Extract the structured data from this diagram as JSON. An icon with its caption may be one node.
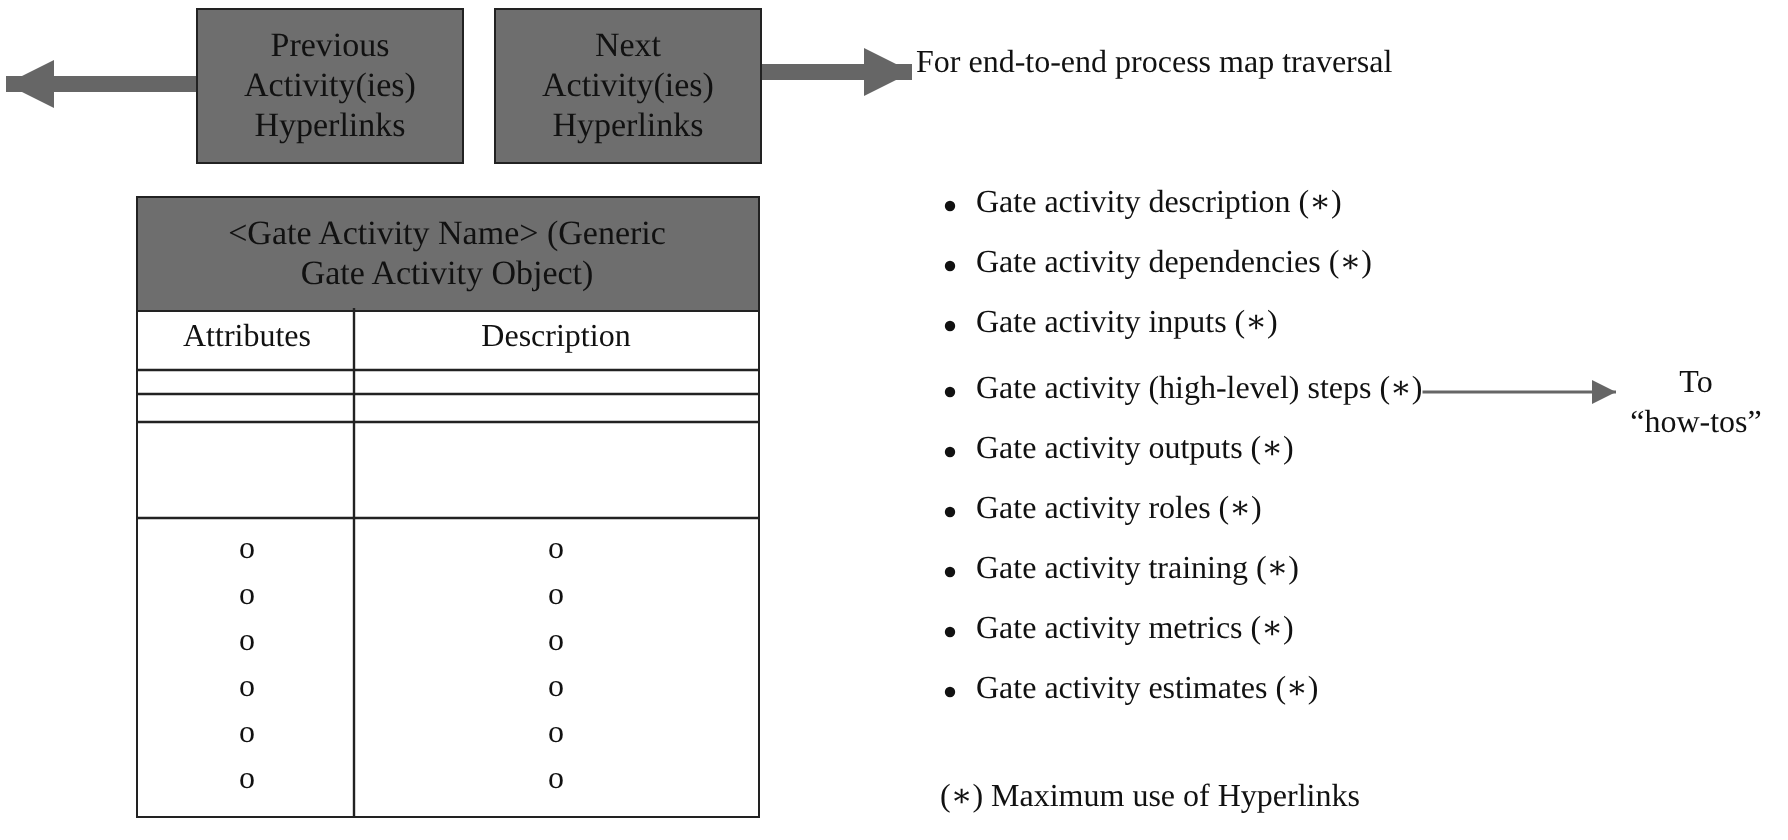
{
  "diagram": {
    "nodes": [
      {
        "text": [
          "Previous Activity(ies) Hyperlinks"
        ]
      },
      {
        "text": [
          "Next Activity(ies) Hyperlinks"
        ]
      },
      {
        "text": [
          "For end-to-end process map traversal"
        ]
      },
      {
        "text": [
          "<Gate Activity Name> (Generic Gate Activity Object)"
        ]
      },
      {
        "text": [
          "Gate activity (high-level) steps (∗)"
        ]
      },
      {
        "text": [
          "To “how-tos”"
        ]
      }
    ],
    "edges": [
      {
        "from": 0,
        "to": null,
        "arrow": "to"
      },
      {
        "from": 1,
        "to": 2,
        "arrow": "to"
      },
      {
        "from": 4,
        "to": 5,
        "arrow": "to"
      }
    ],
    "labels": [
      "Gate activity description (∗)",
      "Gate activity dependencies (∗)",
      "Gate activity inputs (∗)",
      "Gate activity outputs (∗)",
      "Gate activity roles (∗)",
      "Gate activity training (∗)",
      "Gate activity metrics (∗)",
      "Gate activity estimates (∗)",
      "Attributes",
      "Description",
      "o",
      "o",
      "o",
      "o",
      "o",
      "o",
      "o",
      "o",
      "o",
      "o",
      "o",
      "o",
      "(∗) Maximum use of Hyperlinks"
    ]
  }
}
